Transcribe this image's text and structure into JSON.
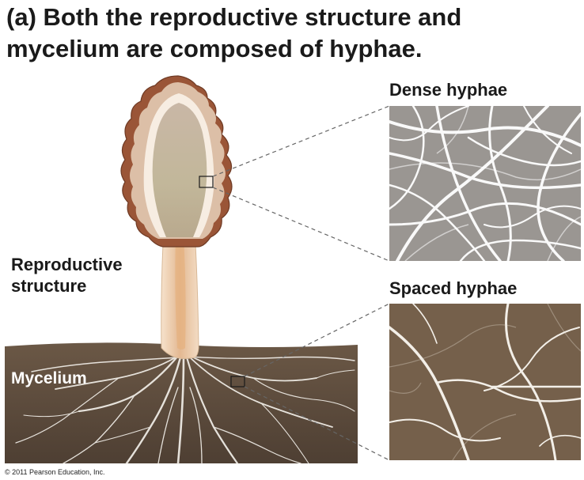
{
  "title_line1": "(a) Both the reproductive structure and",
  "title_line2": "mycelium are composed of hyphae.",
  "labels": {
    "reproductive_line1": "Reproductive",
    "reproductive_line2": "structure",
    "mycelium": "Mycelium",
    "dense": "Dense hyphae",
    "spaced": "Spaced hyphae"
  },
  "credit": "© 2011 Pearson Education, Inc.",
  "colors": {
    "soil": "#5b4a3c",
    "cap_rim": "#8a4a2e",
    "cap_inner": "#cbb9a3",
    "stalk": "#e9c9a8",
    "dense_bg": "#8f8a86",
    "spaced_bg": "#6e5a44"
  }
}
